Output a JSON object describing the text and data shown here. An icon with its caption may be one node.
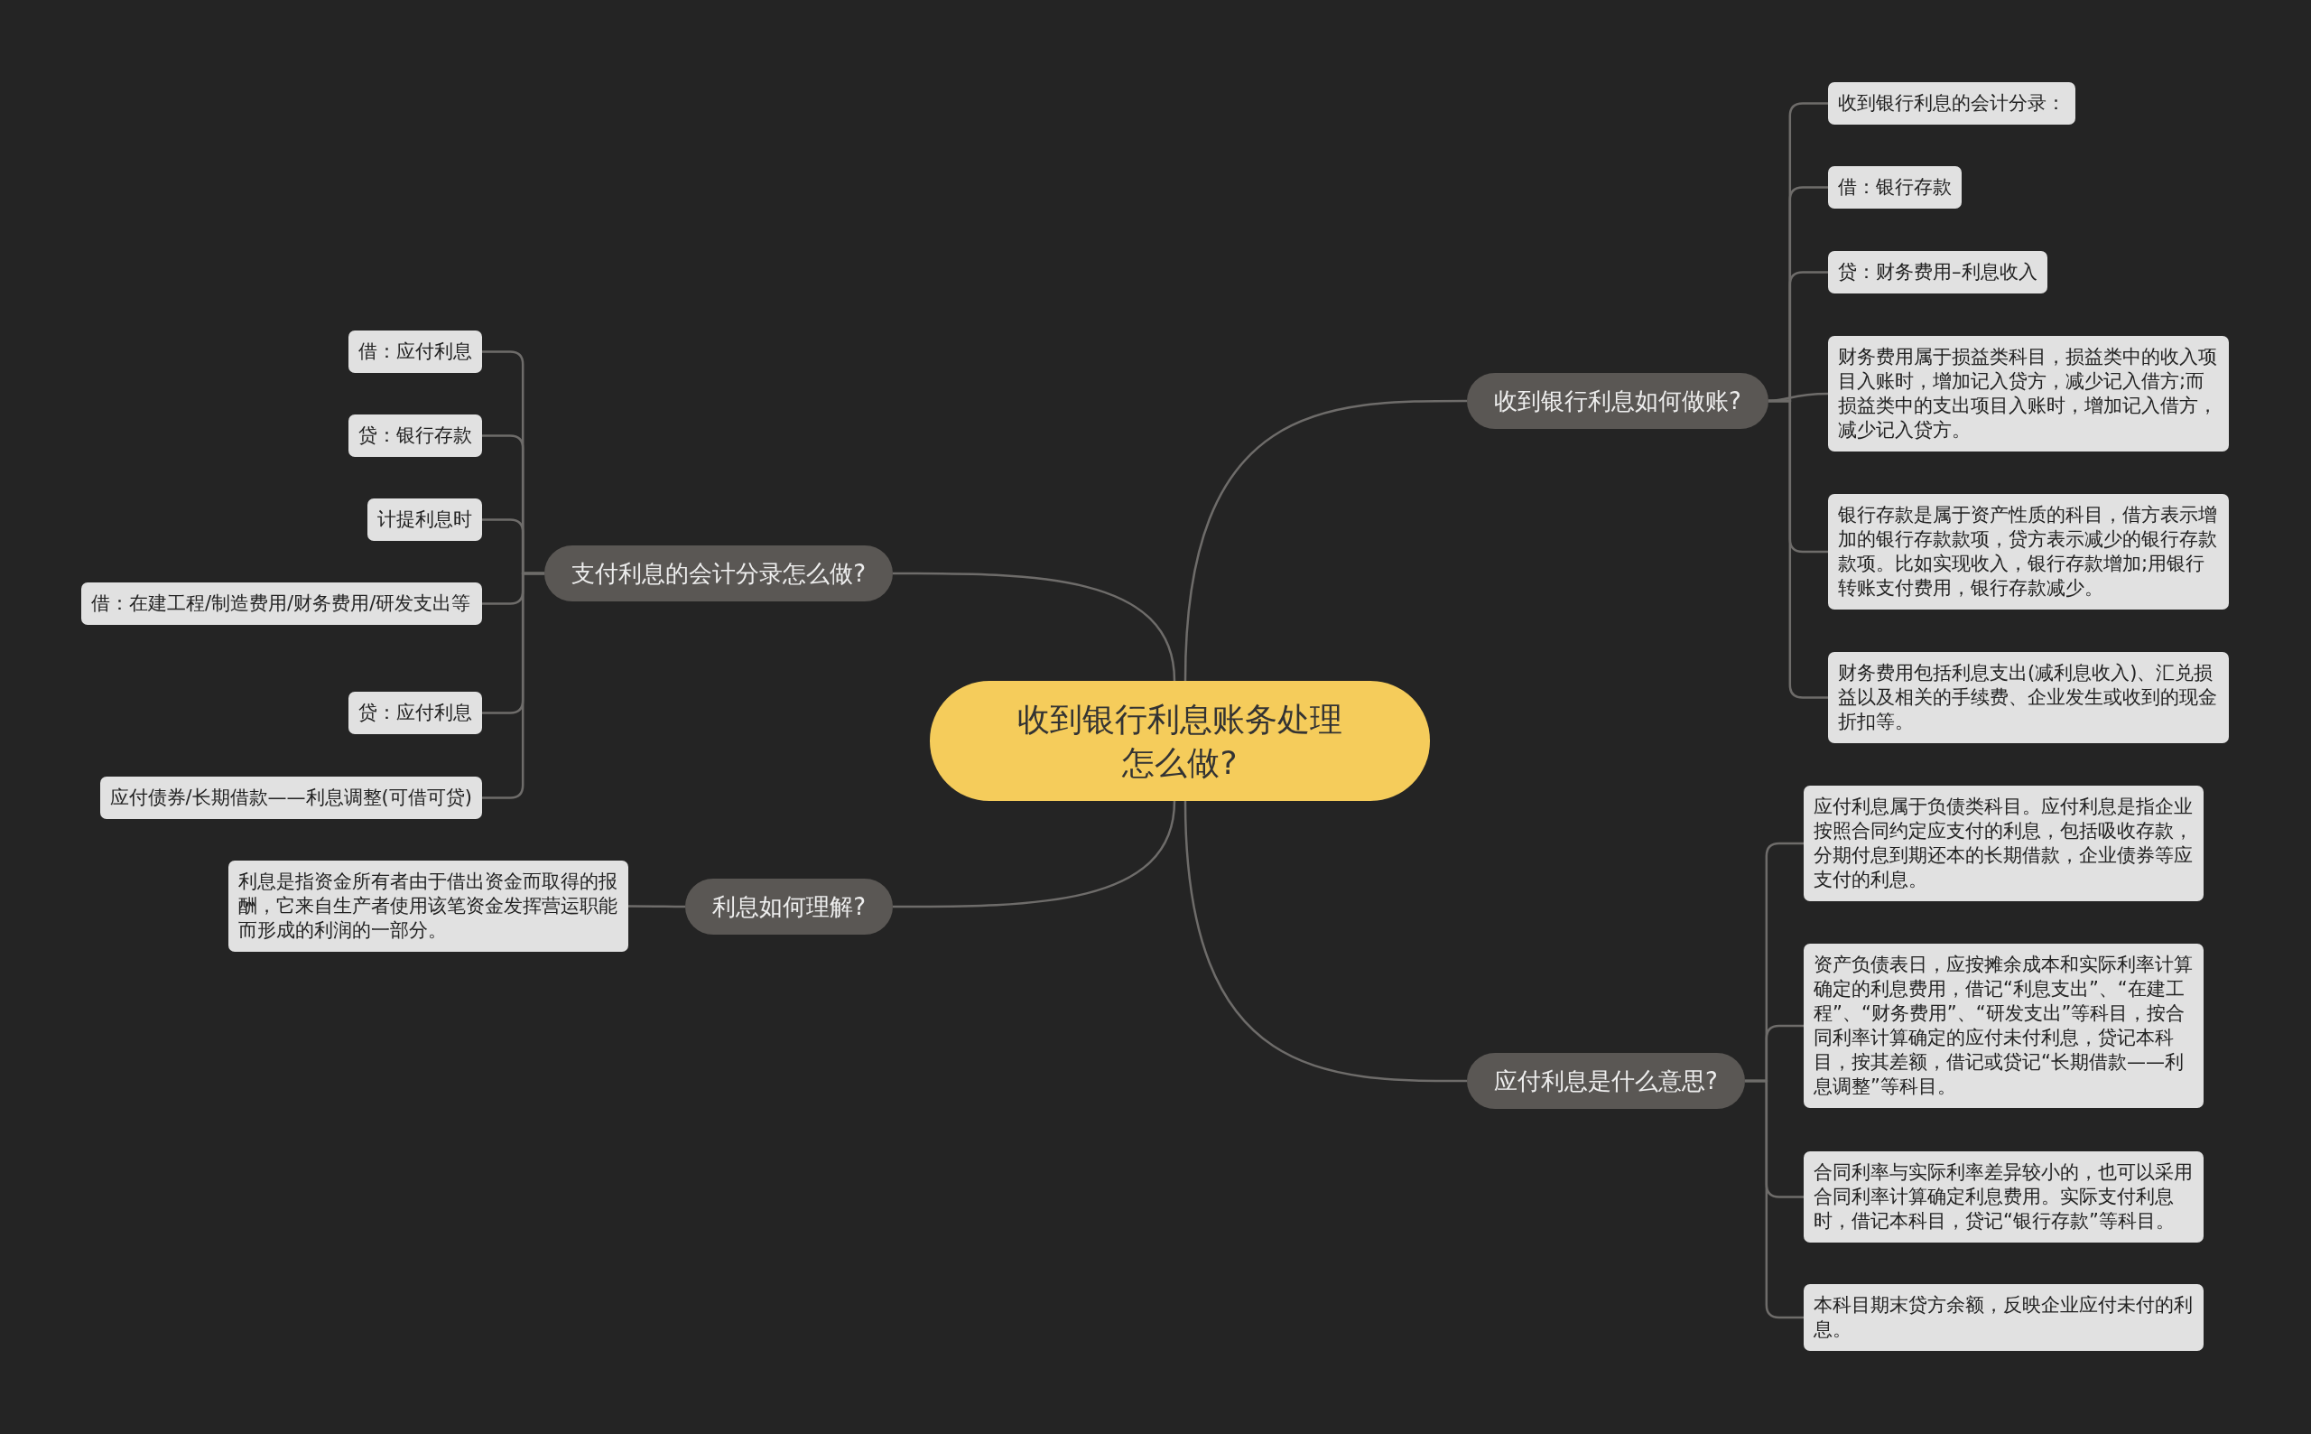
{
  "diagram": {
    "nodes": [
      {
        "text": [
          "收到银行利息账务处理怎么做?"
        ]
      },
      {
        "text": [
          "收到银行利息如何做账?"
        ]
      },
      {
        "text": [
          "收到银行利息的会计分录："
        ]
      },
      {
        "text": [
          "借：银行存款"
        ]
      },
      {
        "text": [
          "贷：财务费用–利息收入"
        ]
      },
      {
        "text": [
          "财务费用属于损益类科目，损益类中的收入项目入账时，增加记入贷方，减少记入借方;而损益类中的支出项目入账时，增加记入借方，减少记入贷方。"
        ]
      },
      {
        "text": [
          "银行存款是属于资产性质的科目，借方表示增加的银行存款款项，贷方表示减少的银行存款款项。比如实现收入，银行存款增加;用银行转账支付费用，银行存款减少。"
        ]
      },
      {
        "text": [
          "财务费用包括利息支出(减利息收入)、汇兑损益以及相关的手续费、企业发生或收到的现金折扣等。"
        ]
      },
      {
        "text": [
          "支付利息的会计分录怎么做?"
        ]
      },
      {
        "text": [
          "借：应付利息"
        ]
      },
      {
        "text": [
          "贷：银行存款"
        ]
      },
      {
        "text": [
          "计提利息时"
        ]
      },
      {
        "text": [
          "借：在建工程/制造费用/财务费用/研发支出等"
        ]
      },
      {
        "text": [
          "贷：应付利息"
        ]
      },
      {
        "text": [
          "应付债券/长期借款——利息调整(可借可贷)"
        ]
      },
      {
        "text": [
          "利息如何理解?"
        ]
      },
      {
        "text": [
          "利息是指资金所有者由于借出资金而取得的报酬，它来自生产者使用该笔资金发挥营运职能而形成的利润的一部分。"
        ]
      },
      {
        "text": [
          "应付利息是什么意思?"
        ]
      },
      {
        "text": [
          "应付利息属于负债类科目。应付利息是指企业按照合同约定应支付的利息，包括吸收存款，分期付息到期还本的长期借款，企业债券等应支付的利息。"
        ]
      },
      {
        "text": [
          "资产负债表日，应按摊余成本和实际利率计算确定的利息费用，借记“利息支出”、“在建工程”、“财务费用”、“研发支出”等科目，按合同利率计算确定的应付未付利息，贷记本科目，按其差额，借记或贷记“长期借款——利息调整”等科目。"
        ]
      },
      {
        "text": [
          "合同利率与实际利率差异较小的，也可以采用合同利率计算确定利息费用。实际支付利息时，借记本科目，贷记“银行存款”等科目。"
        ]
      },
      {
        "text": [
          "本科目期末贷方余额，反映企业应付未付的利息。"
        ]
      }
    ],
    "edges": [
      {
        "from": 0,
        "to": 1,
        "arrow": "none"
      },
      {
        "from": 1,
        "to": 2,
        "arrow": "none"
      },
      {
        "from": 1,
        "to": 3,
        "arrow": "none"
      },
      {
        "from": 1,
        "to": 4,
        "arrow": "none"
      },
      {
        "from": 1,
        "to": 5,
        "arrow": "none"
      },
      {
        "from": 1,
        "to": 6,
        "arrow": "none"
      },
      {
        "from": 1,
        "to": 7,
        "arrow": "none"
      },
      {
        "from": 0,
        "to": 8,
        "arrow": "none"
      },
      {
        "from": 8,
        "to": 9,
        "arrow": "none"
      },
      {
        "from": 8,
        "to": 10,
        "arrow": "none"
      },
      {
        "from": 8,
        "to": 11,
        "arrow": "none"
      },
      {
        "from": 8,
        "to": 12,
        "arrow": "none"
      },
      {
        "from": 8,
        "to": 13,
        "arrow": "none"
      },
      {
        "from": 8,
        "to": 14,
        "arrow": "none"
      },
      {
        "from": 0,
        "to": 15,
        "arrow": "none"
      },
      {
        "from": 15,
        "to": 16,
        "arrow": "none"
      },
      {
        "from": 0,
        "to": 17,
        "arrow": "none"
      },
      {
        "from": 17,
        "to": 18,
        "arrow": "none"
      },
      {
        "from": 17,
        "to": 19,
        "arrow": "none"
      },
      {
        "from": 17,
        "to": 20,
        "arrow": "none"
      },
      {
        "from": 17,
        "to": 21,
        "arrow": "none"
      }
    ]
  }
}
